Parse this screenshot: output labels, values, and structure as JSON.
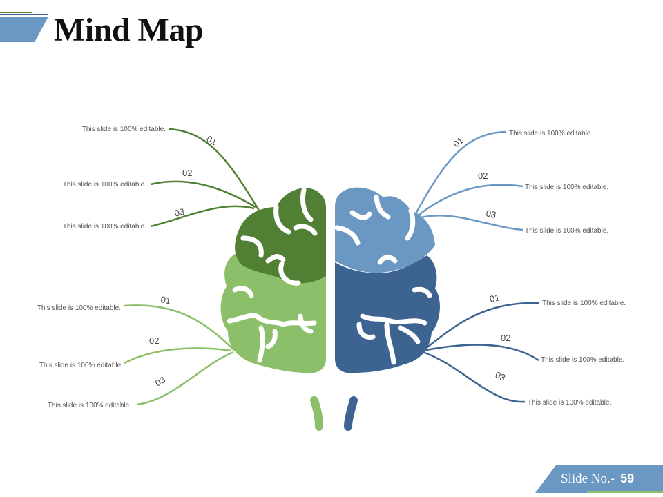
{
  "title": "Mind Map",
  "colors": {
    "dark_green": "#517f33",
    "light_green": "#8bbf69",
    "light_blue": "#6b97c3",
    "dark_blue": "#3d6491",
    "accent": "#6b97c3"
  },
  "quadrants": {
    "upper_left": {
      "branches": [
        {
          "number": "01",
          "text": "This slide is 100% editable."
        },
        {
          "number": "02",
          "text": "This slide is 100% editable."
        },
        {
          "number": "03",
          "text": "This slide is 100% editable."
        }
      ]
    },
    "lower_left": {
      "branches": [
        {
          "number": "01",
          "text": "This slide is 100% editable."
        },
        {
          "number": "02",
          "text": "This slide is 100% editable."
        },
        {
          "number": "03",
          "text": "This slide is 100% editable."
        }
      ]
    },
    "upper_right": {
      "branches": [
        {
          "number": "01",
          "text": "This slide is 100% editable."
        },
        {
          "number": "02",
          "text": "This slide is 100% editable."
        },
        {
          "number": "03",
          "text": "This slide is 100% editable."
        }
      ]
    },
    "lower_right": {
      "branches": [
        {
          "number": "01",
          "text": "This slide is 100% editable."
        },
        {
          "number": "02",
          "text": "This slide is 100% editable."
        },
        {
          "number": "03",
          "text": "This slide is 100% editable."
        }
      ]
    }
  },
  "footer": {
    "label": "Slide No.-",
    "number": "59"
  }
}
